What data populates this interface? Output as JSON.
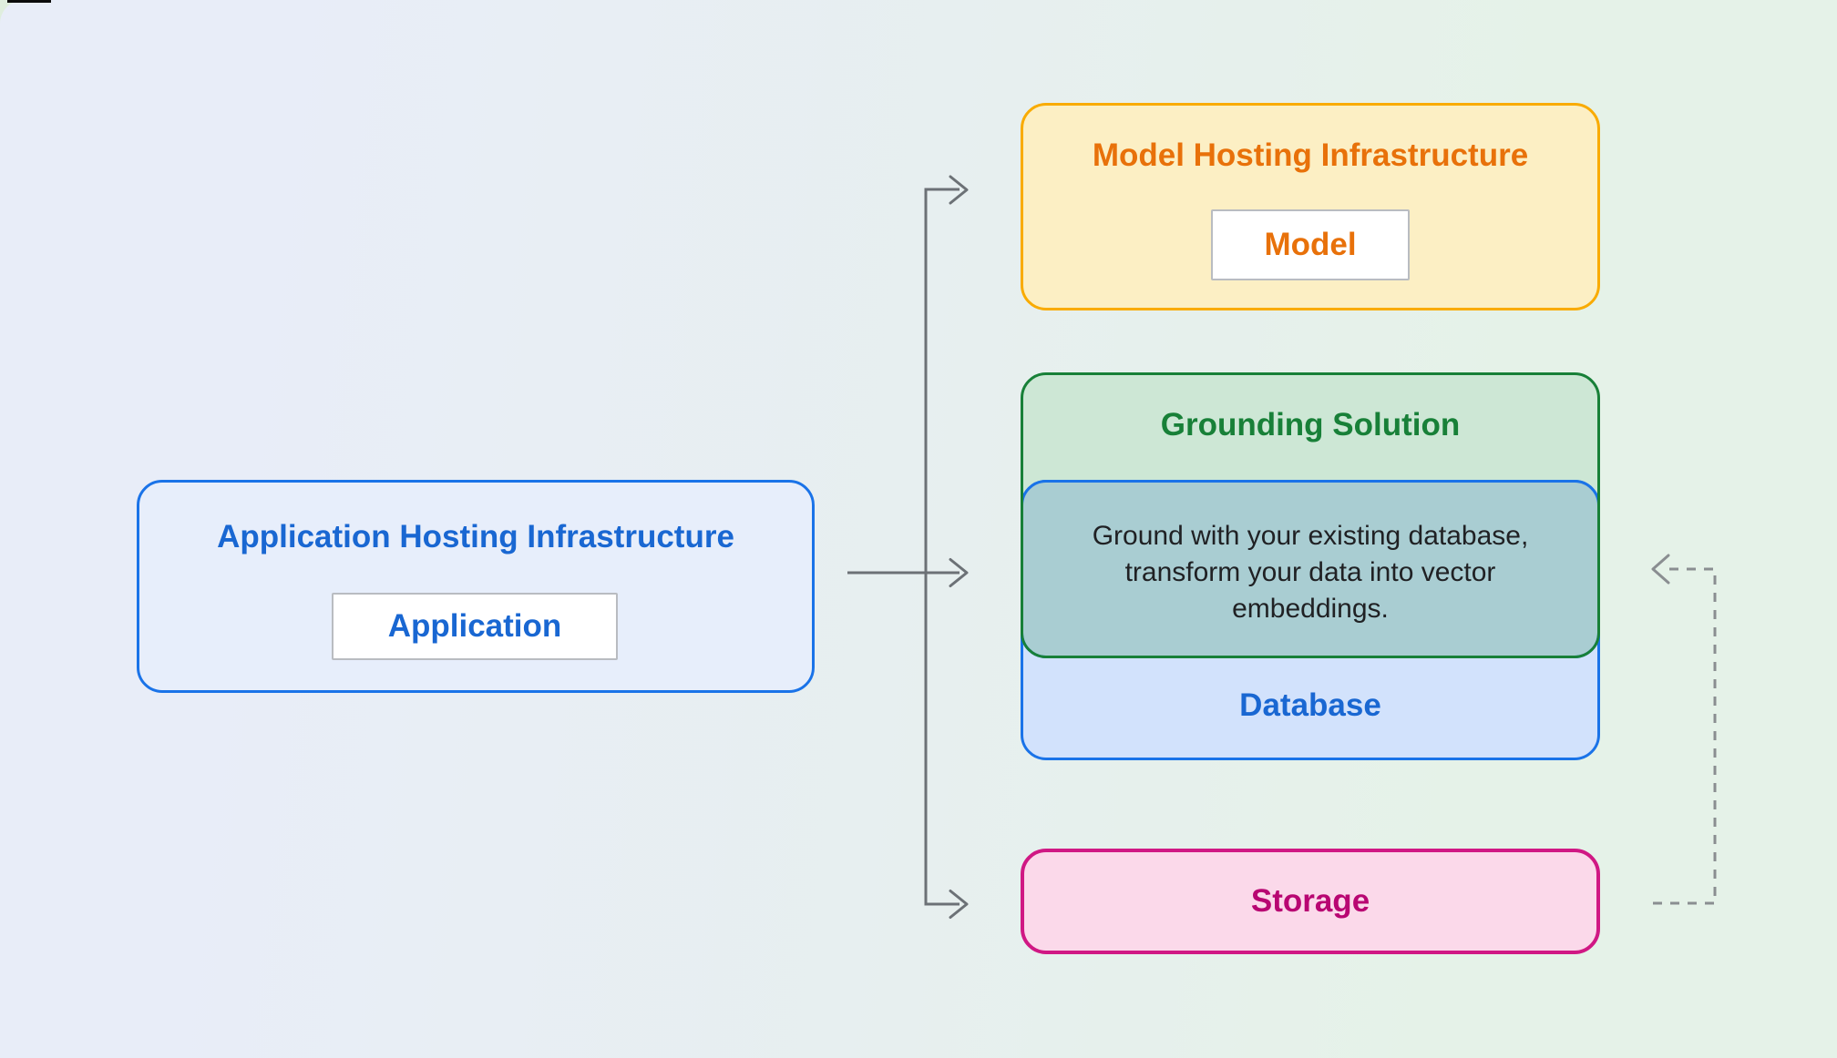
{
  "diagram": {
    "app_box": {
      "title": "Application Hosting Infrastructure",
      "chip": "Application"
    },
    "model_box": {
      "title": "Model Hosting Infrastructure",
      "chip": "Model"
    },
    "grounding_box": {
      "title": "Grounding Solution",
      "description_lines": [
        "Ground with your existing database,",
        "transform your data into vector",
        "embeddings."
      ],
      "database_label": "Database"
    },
    "storage_box": {
      "title": "Storage"
    }
  },
  "colors": {
    "background_left": "#e8edf8",
    "background_right": "#e5f2e8",
    "blue_accent": "#1a73e8",
    "blue_text": "#1967d2",
    "app_box_fill": "#e7eefb",
    "database_fill": "#d2e2fc",
    "orange_border": "#f9ab00",
    "orange_text": "#e8710a",
    "yellow_fill": "#fcefc4",
    "green_accent": "#188038",
    "green_fill": "#cde7d5",
    "teal_overlap_fill": "#a9cdd2",
    "pink_border": "#d01884",
    "pink_text": "#b80672",
    "pink_fill": "#fbd9ea",
    "description_text": "#202124",
    "arrow_gray": "#6c7176",
    "dashed_arrow_gray": "#8a8e91"
  }
}
